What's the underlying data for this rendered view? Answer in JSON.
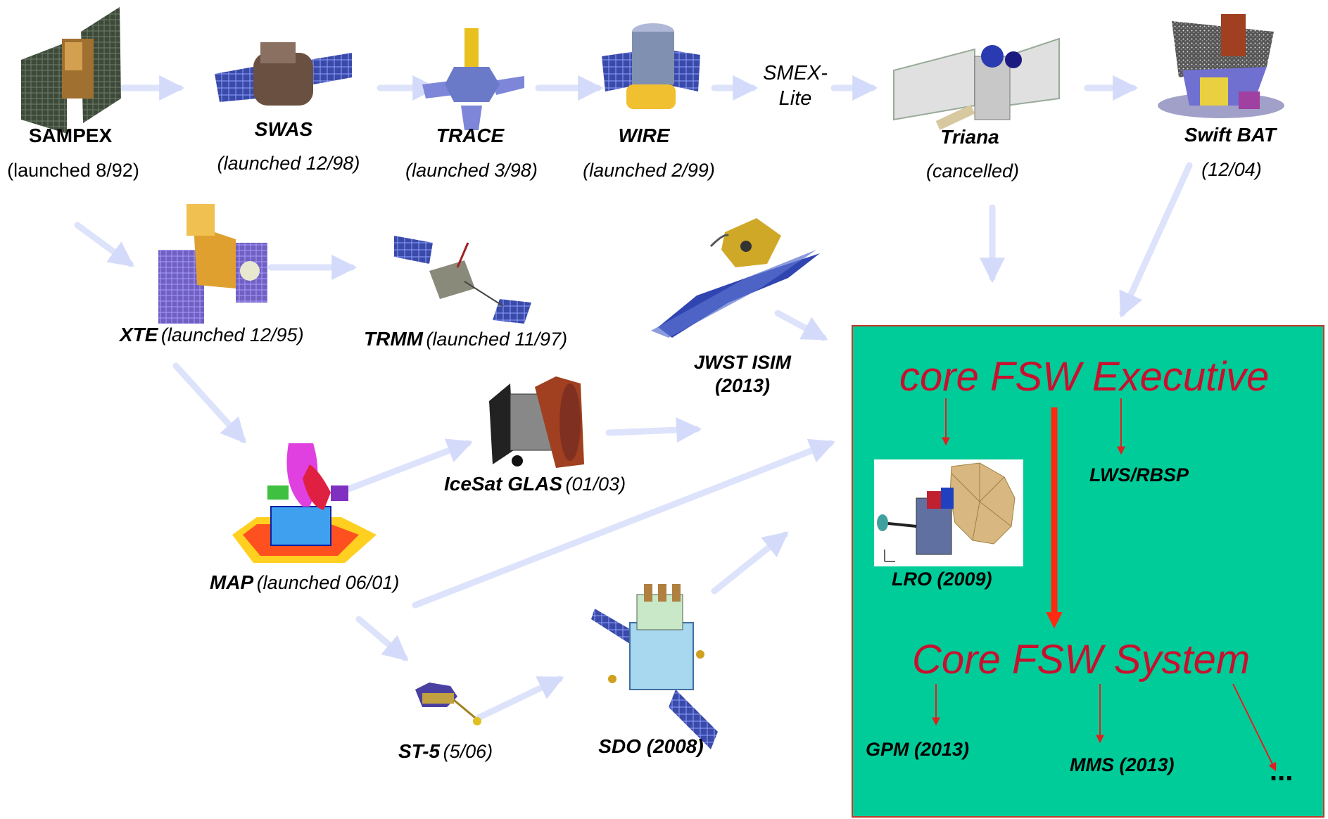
{
  "missions": {
    "sampex": {
      "name": "SAMPEX",
      "date": "(launched 8/92)"
    },
    "swas": {
      "name": "SWAS",
      "date": "(launched 12/98)"
    },
    "trace": {
      "name": "TRACE",
      "date": "(launched 3/98)"
    },
    "wire": {
      "name": "WIRE",
      "date": "(launched 2/99)"
    },
    "smex_lite": {
      "line1": "SMEX-",
      "line2": "Lite"
    },
    "triana": {
      "name": "Triana",
      "date": "(cancelled)"
    },
    "swift": {
      "name": "Swift BAT",
      "date": "(12/04)"
    },
    "xte": {
      "name": "XTE",
      "date": "(launched 12/95)"
    },
    "trmm": {
      "name": "TRMM",
      "date": "(launched 11/97)"
    },
    "jwst": {
      "name": "JWST ISIM",
      "date": "(2013)"
    },
    "icesat": {
      "name": "IceSat GLAS",
      "date": "(01/03)"
    },
    "map": {
      "name": "MAP",
      "date": "(launched 06/01)"
    },
    "st5": {
      "name": "ST-5",
      "date": "(5/06)"
    },
    "sdo": {
      "name": "SDO (2008)"
    }
  },
  "core": {
    "executive": "core FSW Executive",
    "system": "Core FSW System",
    "lws": "LWS/RBSP",
    "lro": "LRO (2009)",
    "gpm": "GPM (2013)",
    "mms": "MMS (2013)",
    "ellipsis": "..."
  },
  "colors": {
    "core_bg": "#00cc99",
    "core_border": "#c0392b",
    "red_text": "#c8102e",
    "arrow_flow": "#dde3fb"
  }
}
